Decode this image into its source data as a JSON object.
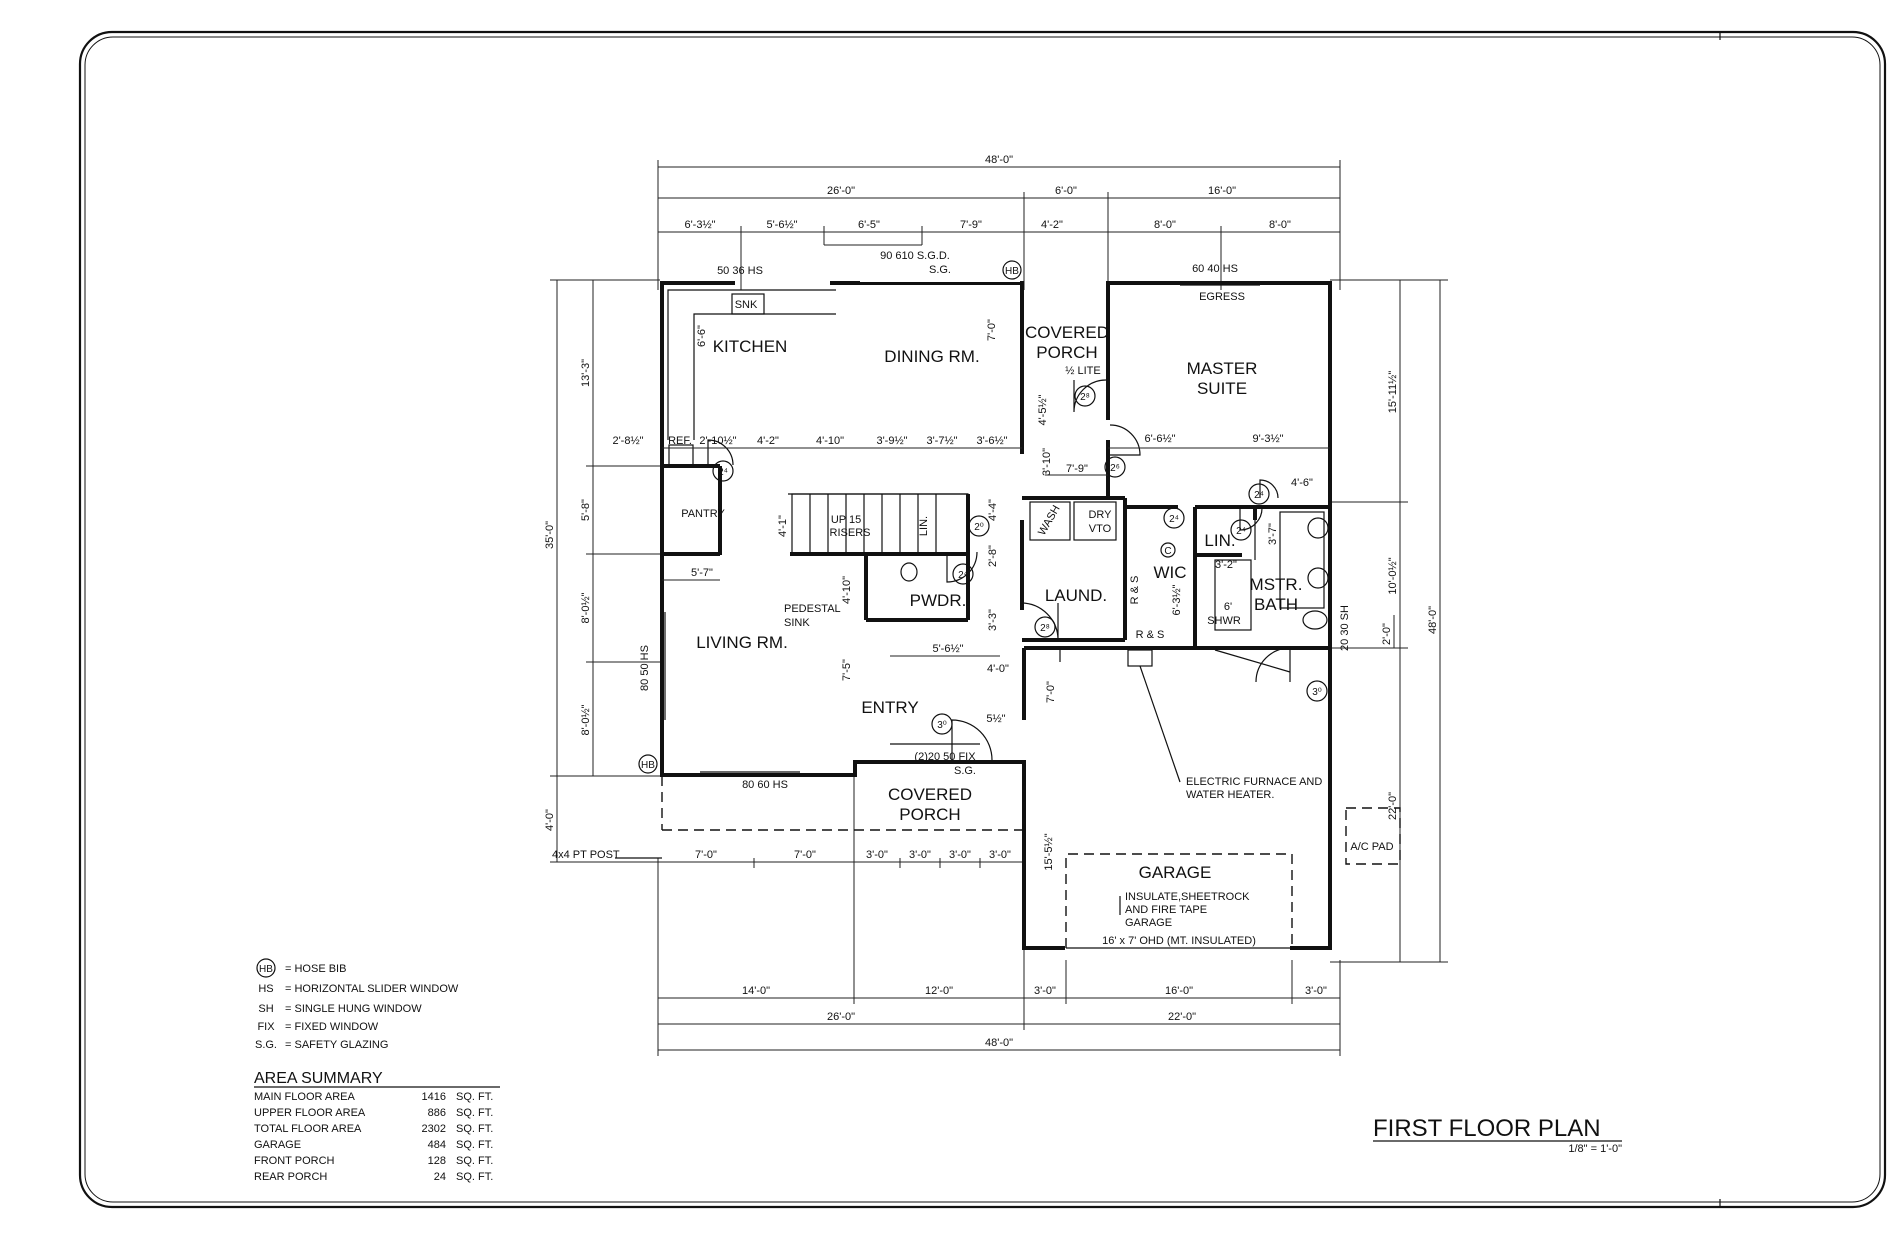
{
  "dimensions": {
    "top_overall": "48'-0\"",
    "top_26": "26'-0\"",
    "top_6": "6'-0\"",
    "top_16": "16'-0\"",
    "top_d1": "6'-3½\"",
    "top_d2": "5'-6½\"",
    "top_d3": "6'-5\"",
    "top_d4": "7'-9\"",
    "top_d5": "4'-2\"",
    "top_d6": "8'-0\"",
    "top_d7": "8'-0\"",
    "bot_d1": "7'-0\"",
    "bot_d2": "7'-0\"",
    "bot_d3": "3'-0\"",
    "bot_d4": "3'-0\"",
    "bot_d5": "3'-0\"",
    "bot_d6": "3'-0\"",
    "bot_14": "14'-0\"",
    "bot_12": "12'-0\"",
    "bot_3a": "3'-0\"",
    "bot_16": "16'-0\"",
    "bot_3b": "3'-0\"",
    "bot_26": "26'-0\"",
    "bot_22": "22'-0\"",
    "bot_overall": "48'-0\"",
    "left_35": "35'-0\"",
    "left_13": "13'-3\"",
    "left_5": "5'-8\"",
    "left_8a": "8'-0½\"",
    "left_8b": "8'-0½\"",
    "left_4": "4'-0\"",
    "right_48": "48'-0\"",
    "right_15": "15'-11½\"",
    "right_10": "10'-0½\"",
    "right_22": "22'-0\"",
    "right_2": "2'-0\"",
    "i_27a": "2'-8½\"",
    "i_210": "2'-10½\"",
    "i_42a": "4'-2\"",
    "i_410": "4'-10\"",
    "i_39": "3'-9½\"",
    "i_37": "3'-7½\"",
    "i_36": "3'-6½\"",
    "i_66a": "6'-6\"",
    "i_70a": "7'-0\"",
    "i_45": "4'-5½\"",
    "i_310": "3'-10\"",
    "i_79": "7'-9\"",
    "i_66b": "6'-6½\"",
    "i_93": "9'-3½\"",
    "i_46": "4'-6\"",
    "i_41": "4'-1\"",
    "i_57": "5'-7\"",
    "i_44": "4'-4\"",
    "i_28": "2'-8\"",
    "i_410b": "4'-10\"",
    "i_33": "3'-3\"",
    "i_56": "5'-6½\"",
    "i_75": "7'-5\"",
    "i_40": "4'-0\"",
    "i_70b": "7'-0\"",
    "i_55": "5½\"",
    "i_155": "15'-5½\"",
    "i_32": "3'-2\"",
    "i_63": "6'-3½\"",
    "i_37b": "3'-7\""
  },
  "rooms": {
    "kitchen": "KITCHEN",
    "dining": "DINING RM.",
    "covered_porch_1": "COVERED",
    "covered_porch_2": "PORCH",
    "half_lite": "½ LITE",
    "master_1": "MASTER",
    "master_2": "SUITE",
    "egress": "EGRESS",
    "pantry": "PANTRY",
    "ref": "REF.",
    "snk": "SNK",
    "up_1": "UP 15",
    "up_2": "RISERS",
    "lin1": "LIN.",
    "lin2": "LIN.",
    "wic": "WIC",
    "mstr_1": "MSTR.",
    "mstr_2": "BATH",
    "shwr_1": "6'",
    "shwr_2": "SHWR",
    "wash": "WASH",
    "dry": "DRY",
    "vto": "VTO",
    "rs1": "R & S",
    "rs2": "R & S",
    "pwdr": "PWDR.",
    "laund": "LAUND.",
    "living": "LIVING RM.",
    "pedestal_1": "PEDESTAL",
    "pedestal_2": "SINK",
    "entry": "ENTRY",
    "front_porch_1": "COVERED",
    "front_porch_2": "PORCH",
    "garage": "GARAGE",
    "garage_note_1": "INSULATE,SHEETROCK",
    "garage_note_2": "AND FIRE TAPE",
    "garage_note_3": "GARAGE",
    "ohd": "16' x 7' OHD (MT. INSULATED)",
    "furnace_1": "ELECTRIC FURNACE AND",
    "furnace_2": "WATER HEATER.",
    "ac_pad": "A/C PAD",
    "post": "4x4 PT POST",
    "win_5036": "50 36 HS",
    "win_sgd_1": "90 610 S.G.D.",
    "win_sgd_2": "S.G.",
    "win_6040": "60 40 HS",
    "win_8050": "80 50 HS",
    "win_8060": "80 60 HS",
    "win_2050_1": "(2)20 50 FIX",
    "win_2050_2": "S.G.",
    "win_2030": "20 30 SH",
    "hb": "HB",
    "c": "C",
    "d_28a": "2⁸",
    "d_24a": "2⁴",
    "d_20": "2⁰",
    "d_24b": "2⁴",
    "d_26": "2⁶",
    "d_24c": "2⁴",
    "d_24d": "2⁴",
    "d_24e": "2⁴",
    "d_28b": "2⁸",
    "d_30a": "3⁰",
    "d_30b": "3⁰"
  },
  "legend": [
    {
      "symbol": "HB",
      "desc": "= HOSE BIB"
    },
    {
      "symbol": "HS",
      "desc": "= HORIZONTAL SLIDER WINDOW"
    },
    {
      "symbol": "SH",
      "desc": "= SINGLE HUNG WINDOW"
    },
    {
      "symbol": "FIX",
      "desc": "= FIXED WINDOW"
    },
    {
      "symbol": "S.G.",
      "desc": "= SAFETY GLAZING"
    }
  ],
  "area_summary": {
    "title": "AREA SUMMARY",
    "rows": [
      {
        "label": "MAIN FLOOR AREA",
        "value": "1416",
        "unit": "SQ. FT."
      },
      {
        "label": "UPPER FLOOR AREA",
        "value": "886",
        "unit": "SQ. FT."
      },
      {
        "label": "TOTAL FLOOR AREA",
        "value": "2302",
        "unit": "SQ. FT."
      },
      {
        "label": "GARAGE",
        "value": "484",
        "unit": "SQ. FT."
      },
      {
        "label": "FRONT PORCH",
        "value": "128",
        "unit": "SQ. FT."
      },
      {
        "label": "REAR PORCH",
        "value": "24",
        "unit": "SQ. FT."
      }
    ]
  },
  "title_block": {
    "title": "FIRST FLOOR PLAN",
    "scale": "1/8\" = 1'-0\""
  }
}
